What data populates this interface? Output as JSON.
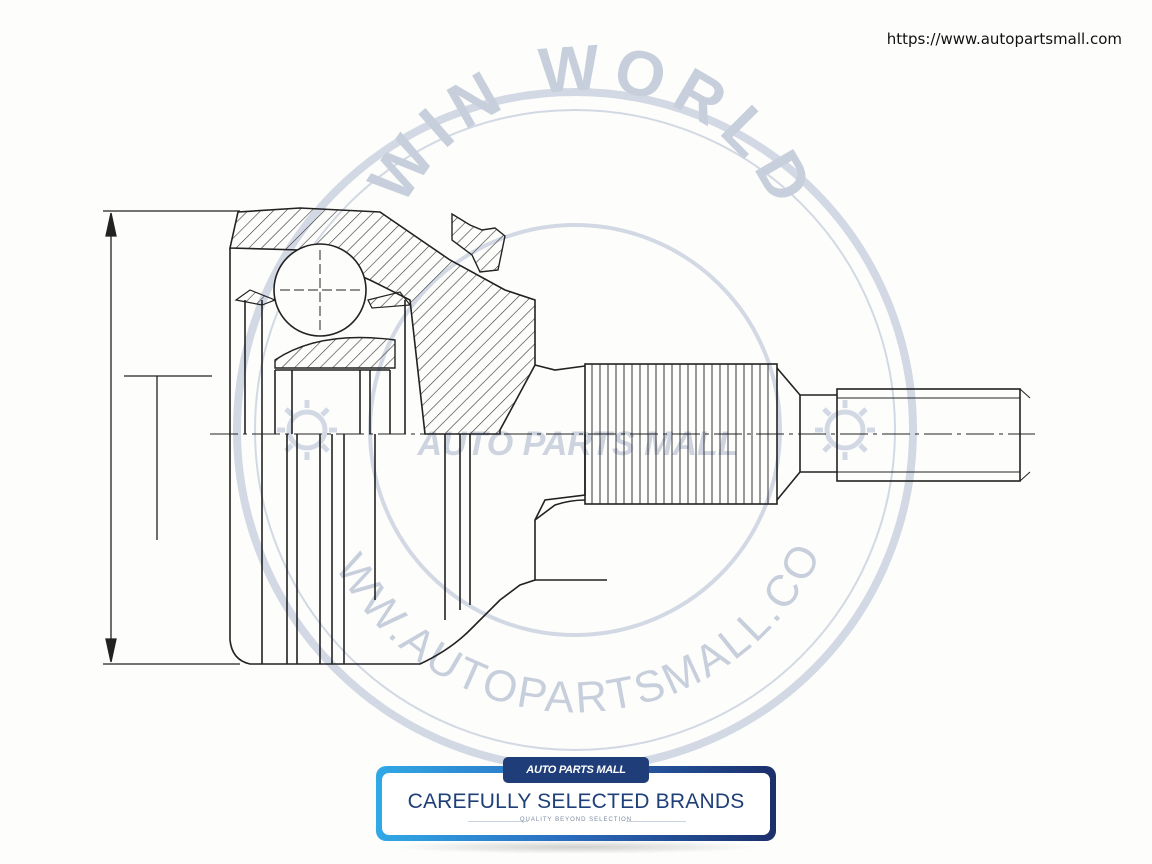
{
  "url_text": "https://www.autopartsmall.com",
  "watermark": {
    "top_text": "WIN WORLD",
    "middle_text": "AUTO PARTS MALL",
    "bottom_text": "WWW.AUTOPARTSMALL.COM",
    "color": "#c8cfdc"
  },
  "badge": {
    "logo_text": "AUTO PARTS MALL",
    "title": "CAREFULLY SELECTED BRANDS",
    "subtitle": "QUALITY BEYOND SELECTION",
    "colors": {
      "left": "#31a9e6",
      "right": "#1b2f6b",
      "title": "#1f3f78"
    }
  },
  "drawing": {
    "line_color": "#222222",
    "hatch_color": "#333333"
  }
}
